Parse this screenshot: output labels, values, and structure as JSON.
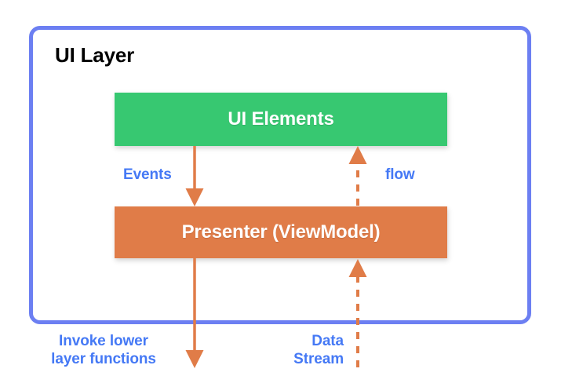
{
  "diagram": {
    "title": "UI Layer",
    "frame_color": "#6C7FF2",
    "background": "#ffffff",
    "nodes": [
      {
        "id": "ui-elements",
        "label": "UI Elements",
        "color": "#37C871",
        "text_color": "#ffffff"
      },
      {
        "id": "presenter",
        "label": "Presenter (ViewModel)",
        "color": "#E07C48",
        "text_color": "#ffffff"
      }
    ],
    "edges": [
      {
        "id": "events",
        "label": "Events",
        "style": "solid",
        "direction": "down",
        "from": "ui-elements",
        "to": "presenter",
        "color": "#E07C48",
        "label_color": "#4579F5"
      },
      {
        "id": "flow",
        "label": "flow",
        "style": "dashed",
        "direction": "up",
        "from": "presenter",
        "to": "ui-elements",
        "color": "#E07C48",
        "label_color": "#4579F5"
      },
      {
        "id": "invoke-lower-layer",
        "label": "Invoke lower\nlayer functions",
        "style": "solid",
        "direction": "down",
        "from": "presenter",
        "to": "lower-layer",
        "color": "#E07C48",
        "label_color": "#4579F5"
      },
      {
        "id": "data-stream",
        "label": "Data\nStream",
        "style": "dashed",
        "direction": "up",
        "from": "lower-layer",
        "to": "presenter",
        "color": "#E07C48",
        "label_color": "#4579F5"
      }
    ]
  }
}
